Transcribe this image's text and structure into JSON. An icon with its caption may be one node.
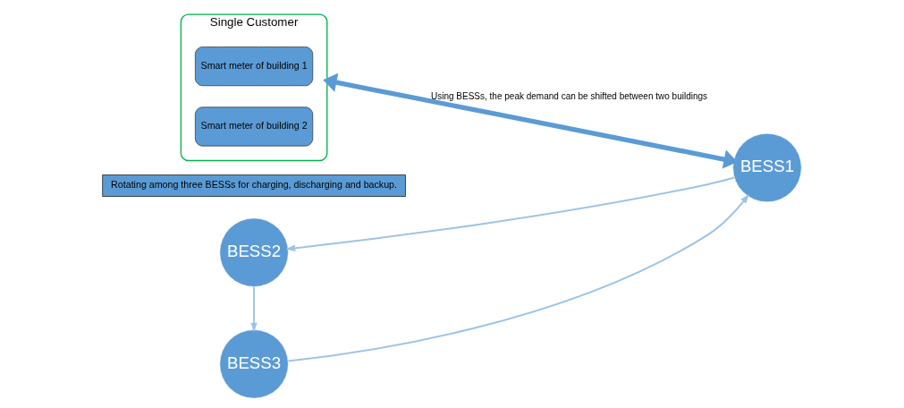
{
  "diagram": {
    "nodes": [
      {
        "text": [
          "Single Customer"
        ]
      },
      {
        "text": [
          "Smart meter of building 1"
        ],
        "in": 0
      },
      {
        "text": [
          "Smart meter of building 2"
        ],
        "in": 0
      },
      {
        "text": [
          "Rotating among three BESSs for charging, discharging and backup."
        ]
      },
      {
        "text": [
          "BESS1"
        ]
      },
      {
        "text": [
          "BESS2"
        ]
      },
      {
        "text": [
          "BESS3"
        ]
      }
    ],
    "edges": [
      {
        "from": 0,
        "to": 4,
        "arrow": "both",
        "label": "Using BESSs, the peak demand can be shifted between two buildings",
        "style": "thick",
        "color": "#5b9bd5"
      },
      {
        "from": 4,
        "to": 5,
        "arrow": "to"
      },
      {
        "from": 5,
        "to": 6,
        "arrow": "to"
      },
      {
        "from": 6,
        "to": 4,
        "arrow": "to"
      }
    ]
  }
}
